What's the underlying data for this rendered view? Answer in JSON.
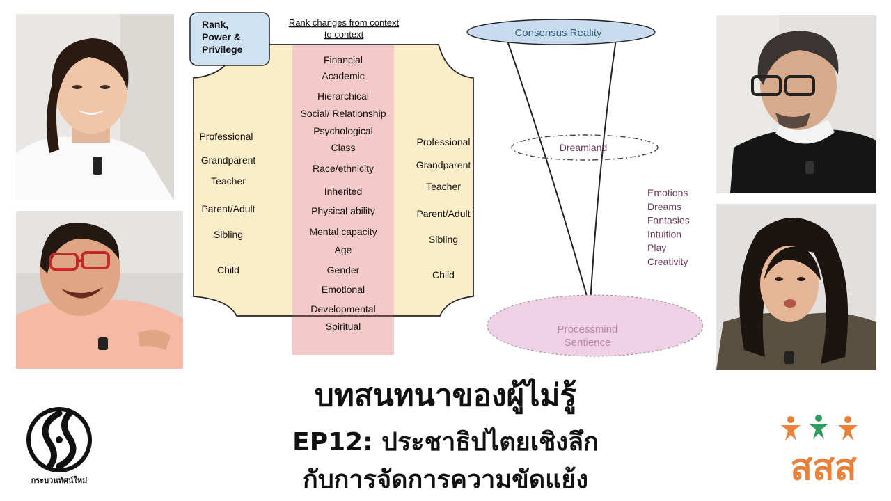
{
  "diagram_left": {
    "box_label": "Rank, Power & Privilege",
    "header": "Rank changes from context to context",
    "center_items": [
      "Financial",
      "Academic",
      "Hierarchical",
      "Social/ Relationship",
      "Psychological",
      "Class",
      "Race/ethnicity",
      "Inherited",
      "Physical ability",
      "Mental capacity",
      "Age",
      "Gender",
      "Emotional",
      "Developmental",
      "Spiritual"
    ],
    "left_items": [
      "Professional",
      "Grandparent",
      "Teacher",
      "Parent/Adult",
      "Sibling",
      "Child"
    ],
    "right_items": [
      "Professional",
      "Grandparent",
      "Teacher",
      "Parent/Adult",
      "Sibling",
      "Child"
    ]
  },
  "diagram_right": {
    "top_label": "Consensus Reality",
    "middle_label": "Dreamland",
    "bottom_label_line1": "Processmind",
    "bottom_label_line2": "Sentience",
    "side_list": [
      "Emotions",
      "Dreams",
      "Fantasies",
      "Intuition",
      "Play",
      "Creativity"
    ]
  },
  "titles": {
    "main": "บทสนทนาของผู้ไม่รู้",
    "line1": "EP12: ประชาธิปไตยเชิงลึก",
    "line2": "กับการจัดการความขัดแย้ง"
  },
  "logos": {
    "left_text": "กระบวนทัศน์ใหม่",
    "right_text": "สสส"
  },
  "colors": {
    "cream": "#fbedc7",
    "pink": "#f4c9c9",
    "blue_box": "#cfe2f3",
    "ellipse_blue": "#c9dcef",
    "ellipse_pink": "#f0d0e4",
    "purple_text": "#6b3a5e",
    "orange": "#e8813a",
    "green": "#2e9b5f"
  }
}
